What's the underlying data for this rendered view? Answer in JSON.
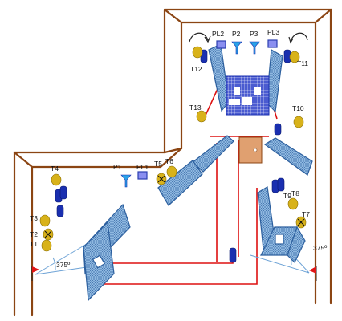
{
  "colors": {
    "wall": "#8b4513",
    "panel_fill": "#8fb8e0",
    "panel_stroke": "#2c5f9e",
    "path": "#dd1111",
    "target": "#d8b21a",
    "barrel": "#1a2fb0",
    "door": "#e0a070",
    "arc": "#6ea3d6",
    "flag": "#e01515"
  },
  "targets": {
    "t1": "T1",
    "t2": "T2",
    "t3": "T3",
    "t4": "T4",
    "t5": "T5",
    "t6": "T6",
    "t7": "T7",
    "t8": "T8",
    "t9": "T9",
    "t10": "T10",
    "t11": "T11",
    "t12": "T12",
    "t13": "T13"
  },
  "props": {
    "p1": "P1",
    "p2": "P2",
    "p3": "P3",
    "pl1": "PL1",
    "pl2": "PL2",
    "pl3": "PL3"
  },
  "angles": {
    "left": "375º",
    "right": "375º"
  },
  "icons": [
    "target-icon",
    "popper-icon",
    "plate-icon",
    "barrel-icon",
    "flag-icon",
    "swinger-arrow-icon",
    "door-icon"
  ]
}
